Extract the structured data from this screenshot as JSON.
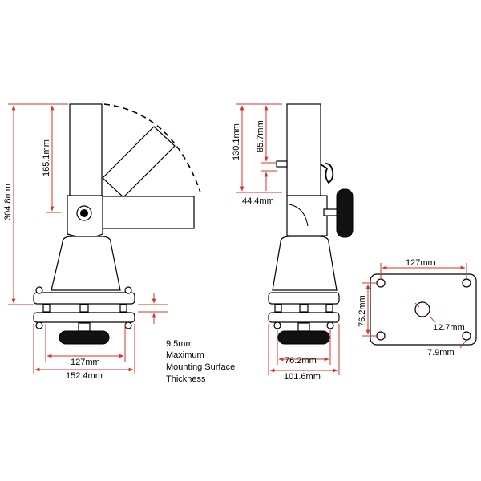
{
  "colors": {
    "dimension": "#d9322b",
    "outline": "#000000",
    "background": "#ffffff"
  },
  "side_view": {
    "height_total": "304.8mm",
    "arm_height": "165.1mm",
    "inner_width": "127mm",
    "outer_width": "152.4mm",
    "thickness_value": "9.5mm",
    "thickness_note_1": "Maximum",
    "thickness_note_2": "Mounting Surface",
    "thickness_note_3": "Thickness"
  },
  "front_view": {
    "upper_height": "130.1mm",
    "pin_height": "85.7mm",
    "offset": "44.4mm",
    "inner_width": "76.2mm",
    "outer_width": "101.6mm"
  },
  "plate_view": {
    "width": "127mm",
    "height": "76.2mm",
    "center_hole": "12.7mm",
    "corner_hole": "7.9mm"
  }
}
